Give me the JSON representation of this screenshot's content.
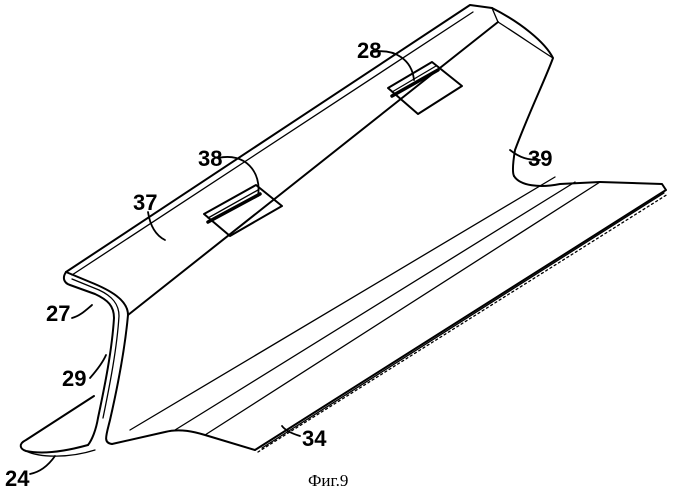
{
  "figure": {
    "caption": "Фиг.9",
    "labels": {
      "l24": "24",
      "l27": "27",
      "l28": "28",
      "l29": "29",
      "l34": "34",
      "l37": "37",
      "l38": "38",
      "l39": "39"
    }
  }
}
